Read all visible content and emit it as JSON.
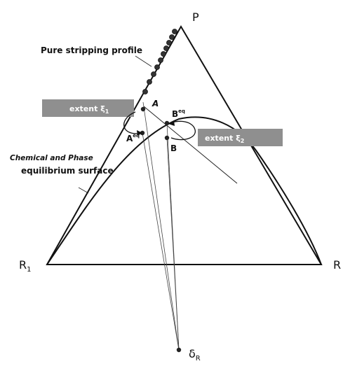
{
  "vertices": {
    "top": "P",
    "left_main": "R",
    "left_sub": "1",
    "right": "R"
  },
  "labels": {
    "pure_stripping": "Pure stripping profile",
    "surface_line1": "Chemical and Phase",
    "surface_line2": "equilibrium surface",
    "point_a": "A",
    "point_a_eq_main": "A",
    "point_a_eq_sup": "eq",
    "point_b": "B",
    "point_b_eq_main": "B",
    "point_b_eq_sup": "eq",
    "delta_main": "δ",
    "delta_sub": "R"
  },
  "boxes": {
    "extent_1_main": "extent  ξ",
    "extent_1_sub": "1",
    "extent_2_main": "extent  ξ",
    "extent_2_sub": "2"
  },
  "colors": {
    "line": "#111111",
    "box_fill": "#8f8f8f",
    "dot": "#333333"
  }
}
